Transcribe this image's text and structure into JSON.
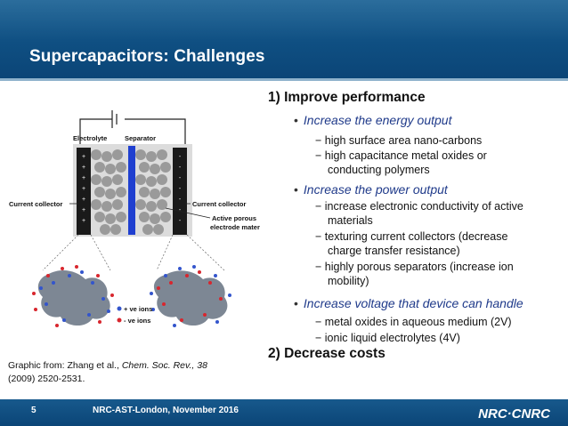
{
  "slide": {
    "title": "Supercapacitors: Challenges",
    "page_number": "5",
    "footer_text": "NRC-AST-London, November 2016",
    "logo_text": "NRC·CNRC"
  },
  "colors": {
    "header_blue": "#0f4f82",
    "italic_blue": "#1f3a8a",
    "electrode_blue": "#1f3fd0",
    "positive_ion": "#3355cc",
    "negative_ion": "#d8262e"
  },
  "figure": {
    "label_electrolyte": "Electrolyte",
    "label_separator": "Separator",
    "label_current_collector_left": "Current collector",
    "label_current_collector_right": "Current collector",
    "label_active_line1": "Active porous",
    "label_active_line2": "electrode material",
    "legend_pos": "+ ve ions",
    "legend_neg": "- ve ions"
  },
  "content": {
    "section1": "1)  Improve performance",
    "bullet_energy": "Increase the energy output",
    "energy_1": "− high surface area nano-carbons",
    "energy_2a": "− high capacitance metal oxides or",
    "energy_2b": "conducting polymers",
    "bullet_power": "Increase the power output",
    "power_1a": "− increase electronic conductivity of active",
    "power_1b": "materials",
    "power_2a": "− texturing current collectors (decrease",
    "power_2b": "charge transfer resistance)",
    "power_3a": "− highly porous separators (increase ion",
    "power_3b": "mobility)",
    "bullet_voltage": "Increase voltage that device can handle",
    "voltage_1": "− metal oxides in aqueous medium (2V)",
    "voltage_2": "− ionic liquid electrolytes (4V)",
    "section2": "2)  Decrease costs",
    "bullet_marker": "•"
  },
  "caption": {
    "prefix": "Graphic from: Zhang et al., ",
    "journal": "Chem. Soc. Rev., 38",
    "suffix": "(2009) 2520-2531."
  }
}
